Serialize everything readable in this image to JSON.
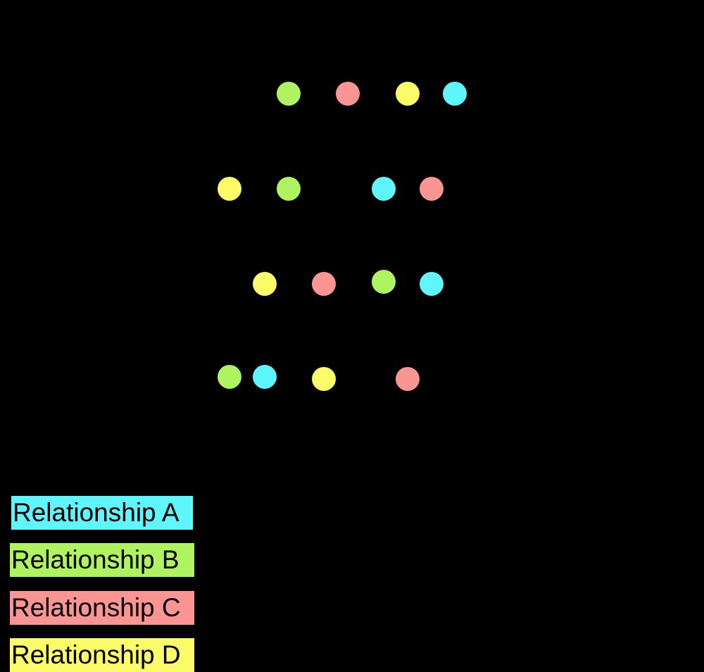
{
  "colors": {
    "background": "#000000",
    "relationship_a": "#5ef6fa",
    "relationship_b": "#b0f360",
    "relationship_c": "#fb9594",
    "relationship_d": "#fcfb68"
  },
  "legend": {
    "a": "Relationship A",
    "b": "Relationship B",
    "c": "Relationship C",
    "d": "Relationship D"
  },
  "rows": [
    {
      "sequence": [
        "b",
        "c",
        "d",
        "a"
      ]
    },
    {
      "sequence": [
        "d",
        "b",
        "a",
        "c"
      ]
    },
    {
      "sequence": [
        "d",
        "c",
        "b",
        "a"
      ]
    },
    {
      "sequence": [
        "b",
        "a",
        "d",
        "c"
      ]
    }
  ]
}
